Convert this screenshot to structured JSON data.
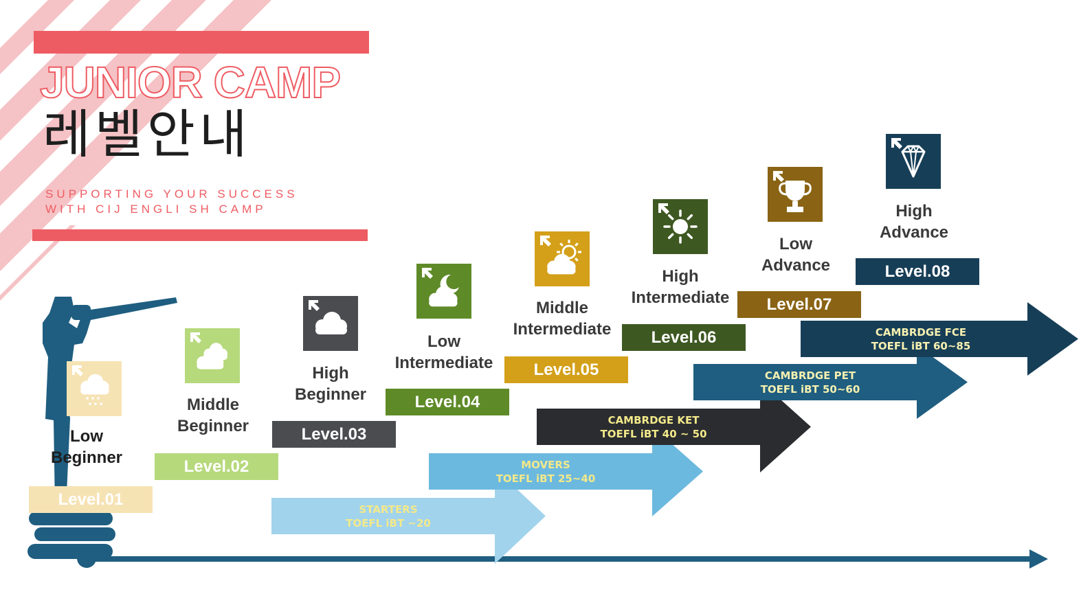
{
  "header": {
    "title_en": "JUNIOR CAMP",
    "title_ko": "레벨안내",
    "tagline_line1": "SUPPORTING YOUR SUCCESS",
    "tagline_line2": "WITH  CIJ ENGLI SH CAMP",
    "accent_color": "#ee5c63"
  },
  "levels": [
    {
      "level": "Level.01",
      "name_line1": "Low",
      "name_line2": "Beginner",
      "color": "#f6e3b4",
      "icon": "rain-cloud-icon"
    },
    {
      "level": "Level.02",
      "name_line1": "Middle",
      "name_line2": "Beginner",
      "color": "#b6d97c",
      "icon": "clouds-icon"
    },
    {
      "level": "Level.03",
      "name_line1": "High",
      "name_line2": "Beginner",
      "color": "#4a4c50",
      "icon": "cloud-icon"
    },
    {
      "level": "Level.04",
      "name_line1": "Low",
      "name_line2": "Intermediate",
      "color": "#5e8a28",
      "icon": "moon-cloud-icon"
    },
    {
      "level": "Level.05",
      "name_line1": "Middle",
      "name_line2": "Intermediate",
      "color": "#d4a01a",
      "icon": "sun-cloud-icon"
    },
    {
      "level": "Level.06",
      "name_line1": "High",
      "name_line2": "Intermediate",
      "color": "#3e5822",
      "icon": "sun-icon"
    },
    {
      "level": "Level.07",
      "name_line1": "Low",
      "name_line2": "Advance",
      "color": "#8a6414",
      "icon": "trophy-icon"
    },
    {
      "level": "Level.08",
      "name_line1": "High",
      "name_line2": "Advance",
      "color": "#173e57",
      "icon": "diamond-icon"
    }
  ],
  "pathways": [
    {
      "line1": "STARTERS",
      "line2": "TOEFL iBT ~20",
      "color": "#a2d3ec"
    },
    {
      "line1": "MOVERS",
      "line2": "TOEFL iBT 25~40",
      "color": "#6cb9df"
    },
    {
      "line1": "CAMBRDGE KET",
      "line2": "TOEFL iBT 40 ~ 50",
      "color": "#2a2c2f"
    },
    {
      "line1": "CAMBRDGE PET",
      "line2": "TOEFL iBT 50~60",
      "color": "#1f5e80"
    },
    {
      "line1": "CAMBRDGE FCE",
      "line2": "TOEFL iBT 60~85",
      "color": "#173e57"
    }
  ]
}
